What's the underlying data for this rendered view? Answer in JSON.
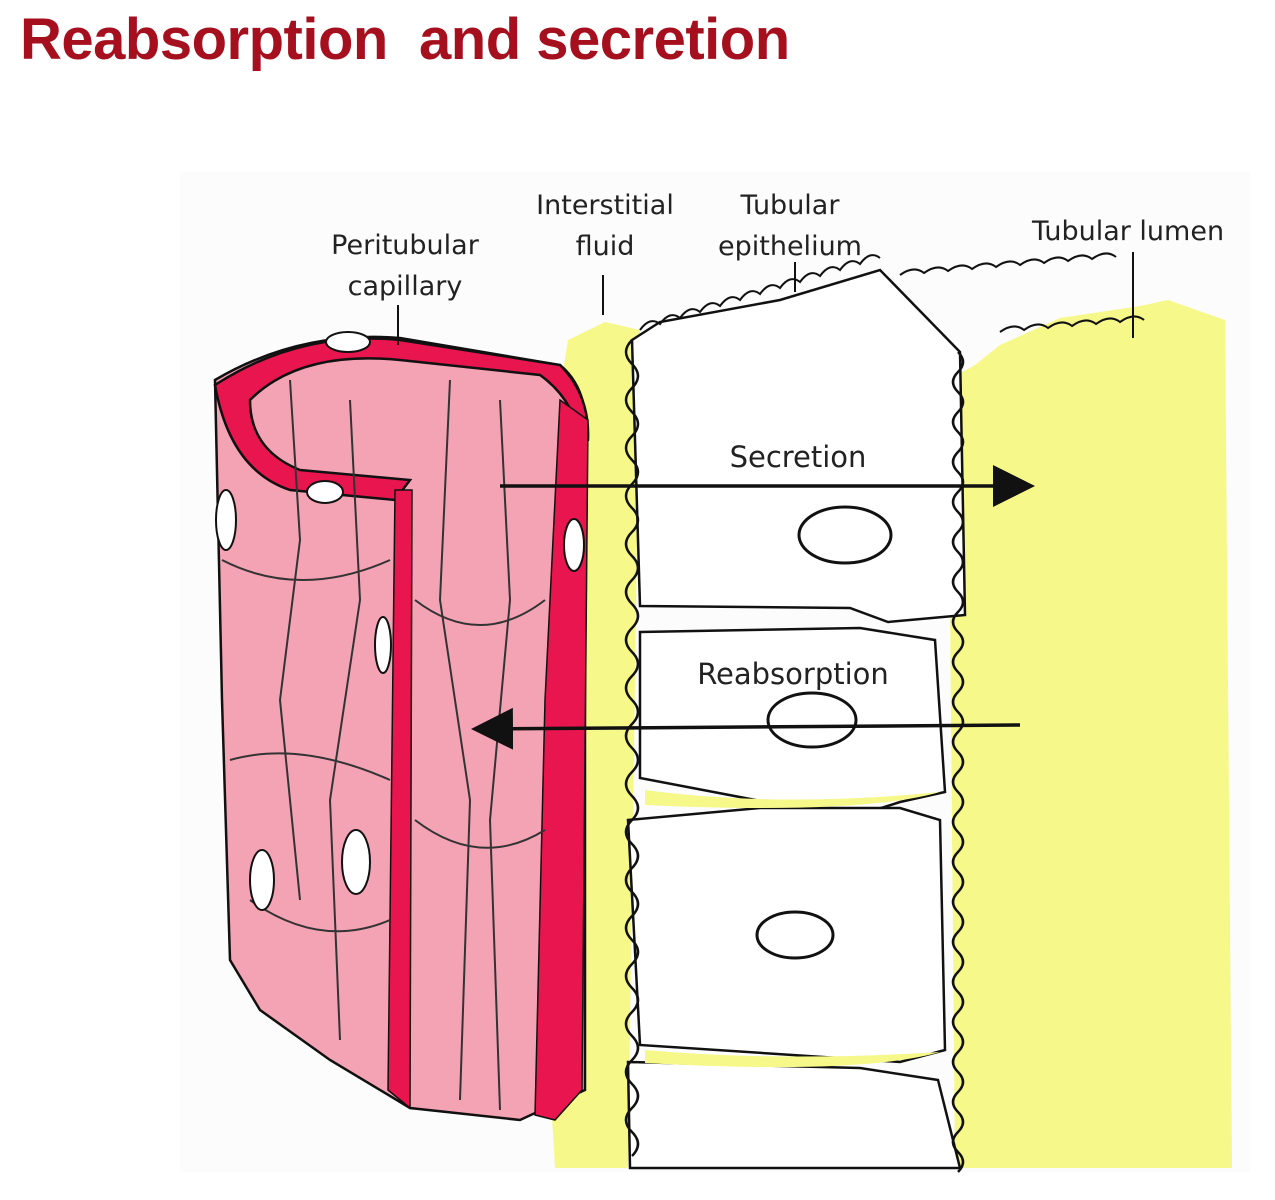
{
  "title": "Reabsorption  and secretion",
  "colors": {
    "title": "#a50f1e",
    "capillary_fill": "#f4a3b5",
    "capillary_wall": "#e8154f",
    "interstitial_fluid": "#f6f88a",
    "epithelium": "#ffffff",
    "outline": "#111111"
  },
  "labels": {
    "peritubular_line1": "Peritubular",
    "peritubular_line2": "capillary",
    "interstitial_line1": "Interstitial",
    "interstitial_line2": "fluid",
    "tubular_ep_line1": "Tubular",
    "tubular_ep_line2": "epithelium",
    "tubular_lumen": "Tubular lumen",
    "secretion": "Secretion",
    "reabsorption": "Reabsorption"
  },
  "arrows": {
    "secretion_direction": "capillary-to-lumen",
    "reabsorption_direction": "lumen-to-capillary"
  }
}
